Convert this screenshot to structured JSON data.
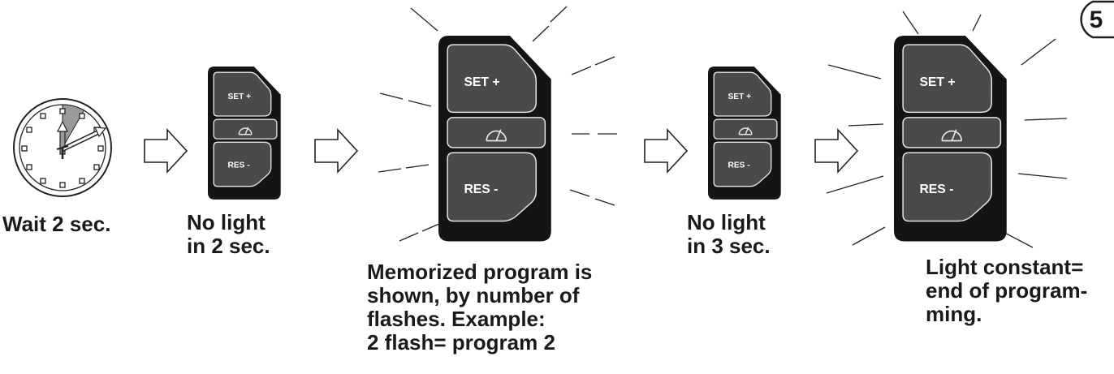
{
  "step_number": "5",
  "captions": {
    "wait": "Wait 2 sec.",
    "no_light_1": "No light\nin 2 sec.",
    "memorized": "Memorized program is\nshown, by number of\nflashes. Example:\n2 flash= program 2",
    "no_light_2": "No light\nin 3 sec.",
    "constant": "Light constant=\nend of program-\nming."
  },
  "control": {
    "set_label": "SET +",
    "res_label": "RES -"
  },
  "colors": {
    "body": "#141414",
    "button": "#4a4a4a",
    "outline": "#e6e6e6",
    "clock_sector": "#9a9a9a"
  }
}
